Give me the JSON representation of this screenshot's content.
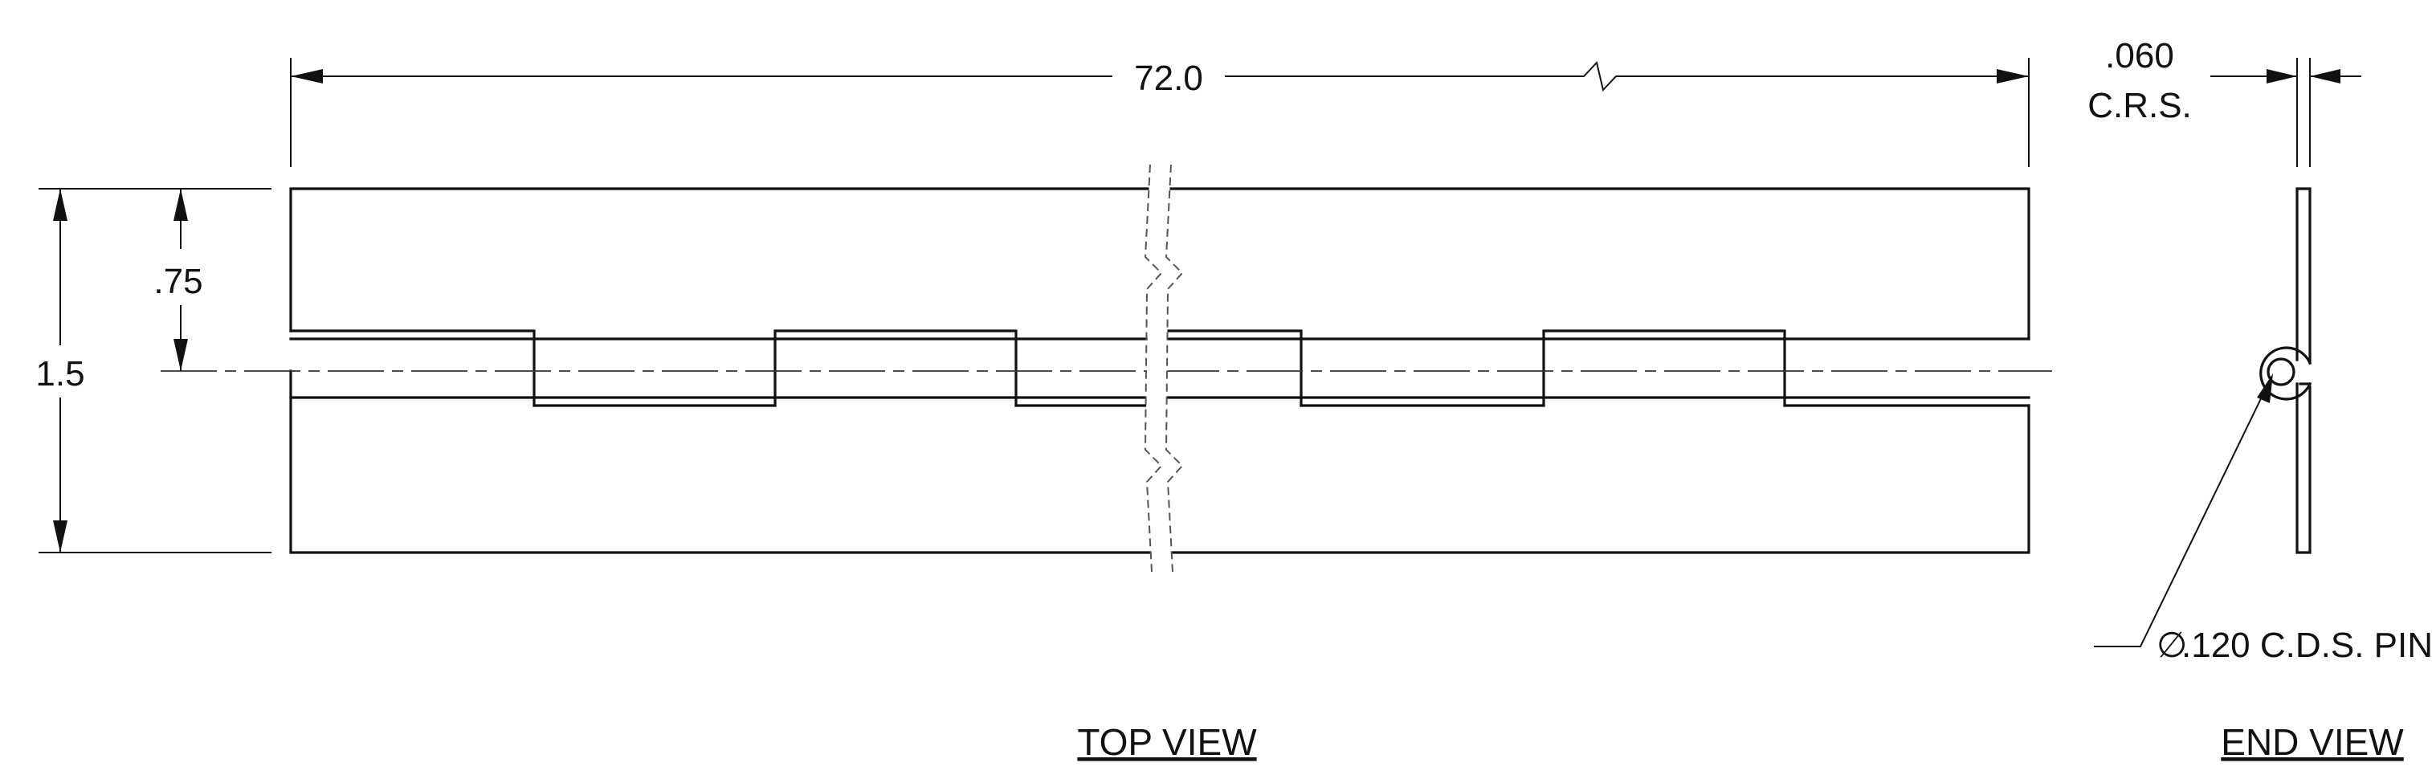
{
  "drawing": {
    "dim_overall_length": "72.0",
    "dim_thickness": ".060",
    "dim_thickness_material": "C.R.S.",
    "dim_half_width": ".75",
    "dim_overall_width": "1.5",
    "pin_diameter_symbol": "∅",
    "pin_callout": ".120 C.D.S. PIN",
    "top_view_label": "TOP VIEW",
    "end_view_label": "END VIEW"
  }
}
